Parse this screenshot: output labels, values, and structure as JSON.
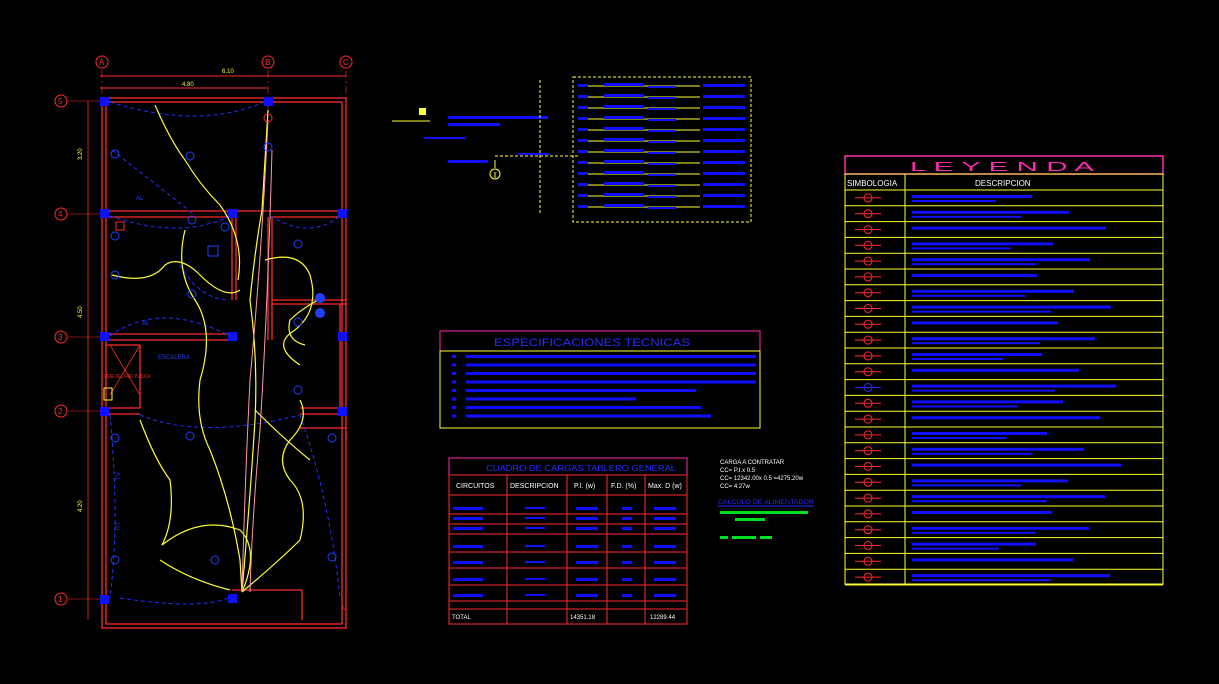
{
  "plan": {
    "axes_cols": [
      "A",
      "B",
      "C"
    ],
    "axes_rows": [
      "5",
      "4",
      "3",
      "2",
      "1"
    ],
    "dim_total": "6.10",
    "dim_sub": "4.80",
    "dim_left": [
      "3.20",
      "4.50",
      "4.20"
    ],
    "room_al_1": "AL",
    "room_al_2": "AL",
    "escalera": "ESCALERA",
    "via": "VIENE DE LA RED PUBLICA",
    "tv": "TV",
    "rt": "RT",
    "al_bottom": "AL"
  },
  "specs": {
    "title": "ESPECIFICACIONES TECNICAS"
  },
  "loads": {
    "title": "CUADRO DE CARGAS TABLERO GENERAL",
    "headers": [
      "CIRCUITOS",
      "DESCRIPCION",
      "P.I. (w)",
      "F.D. (%)",
      "Max. D (w)"
    ],
    "total_label": "TOTAL",
    "total_pi": "14351.18",
    "total_md": "12289.44"
  },
  "carga": {
    "title": "CARGA A CONTRATAR",
    "lines": [
      "CC= P.I.x 0.5",
      "CC= 12342.00x 0.5 =4275.20w",
      "CC= 4.27w"
    ],
    "cable_title": "CALCULO DE ALIMENTADOR"
  },
  "legend": {
    "title": "L E Y E N D A",
    "col1": "SIMBOLOGIA",
    "col2": "DESCRIPCION"
  },
  "colors": {
    "bg": "#000000",
    "red": "#ff2a2a",
    "yellow": "#ffff33",
    "blue": "#1010ff",
    "magenta": "#ff2ab0",
    "pink": "#ff9aa8",
    "green": "#00dd22"
  }
}
